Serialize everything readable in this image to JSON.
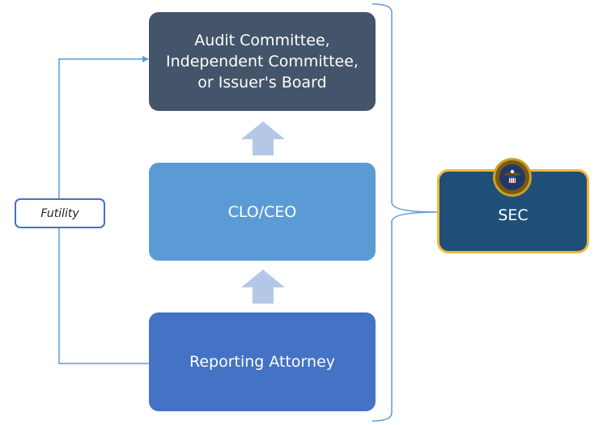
{
  "diagram": {
    "nodes": {
      "board": {
        "label": "Audit Committee,\nIndependent Committee,\nor Issuer's Board",
        "color": "#44546A"
      },
      "clo_ceo": {
        "label": "CLO/CEO",
        "color": "#5B9BD5"
      },
      "attorney": {
        "label": "Reporting Attorney",
        "color": "#4472C4"
      },
      "sec": {
        "label": "SEC",
        "color": "#1F4E79",
        "border_color": "#F4B731",
        "icon": "sec-seal-icon"
      },
      "futility": {
        "label": "Futility"
      }
    },
    "edges": [
      {
        "from": "Reporting Attorney",
        "to": "CLO/CEO",
        "style": "block-arrow"
      },
      {
        "from": "CLO/CEO",
        "to": "Audit Committee, Independent Committee, or Issuer's Board",
        "style": "block-arrow"
      },
      {
        "from": "Reporting Attorney",
        "to": "Audit Committee, Independent Committee, or Issuer's Board",
        "via": "Futility",
        "style": "line-arrow"
      },
      {
        "from": "all-levels-brace",
        "to": "SEC",
        "style": "brace"
      }
    ],
    "colors": {
      "connector": "#5B9BD5",
      "block_arrow": "#B4C7E7"
    }
  }
}
